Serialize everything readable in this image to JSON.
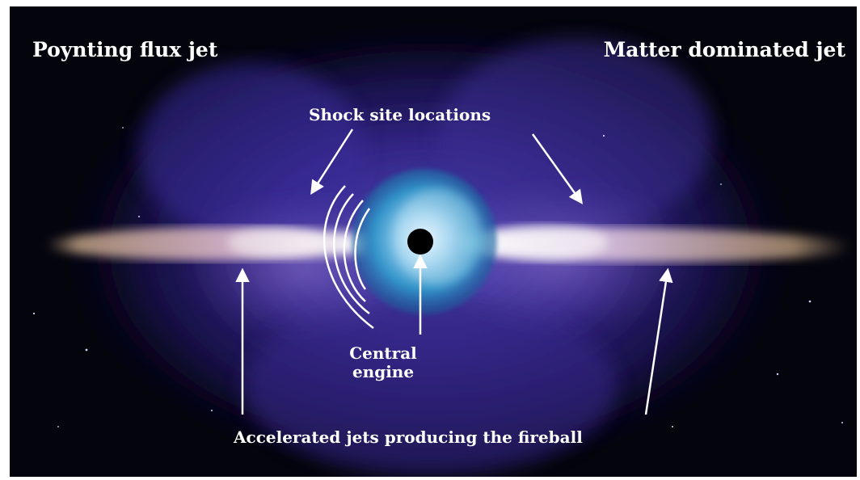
{
  "labels": {
    "poynting_jet": "Poynting flux jet",
    "matter_jet": "Matter dominated jet",
    "shock_sites": "Shock site locations",
    "central_engine_line1": "Central",
    "central_engine_line2": "engine",
    "accelerated_jets": "Accelerated jets producing the fireball"
  },
  "colors": {
    "background": "#04040d",
    "nebula": "#3a2a9a",
    "core": "#3fb6d8",
    "jet": "#caa988",
    "annotation": "#ffffff",
    "engine": "#000000"
  }
}
